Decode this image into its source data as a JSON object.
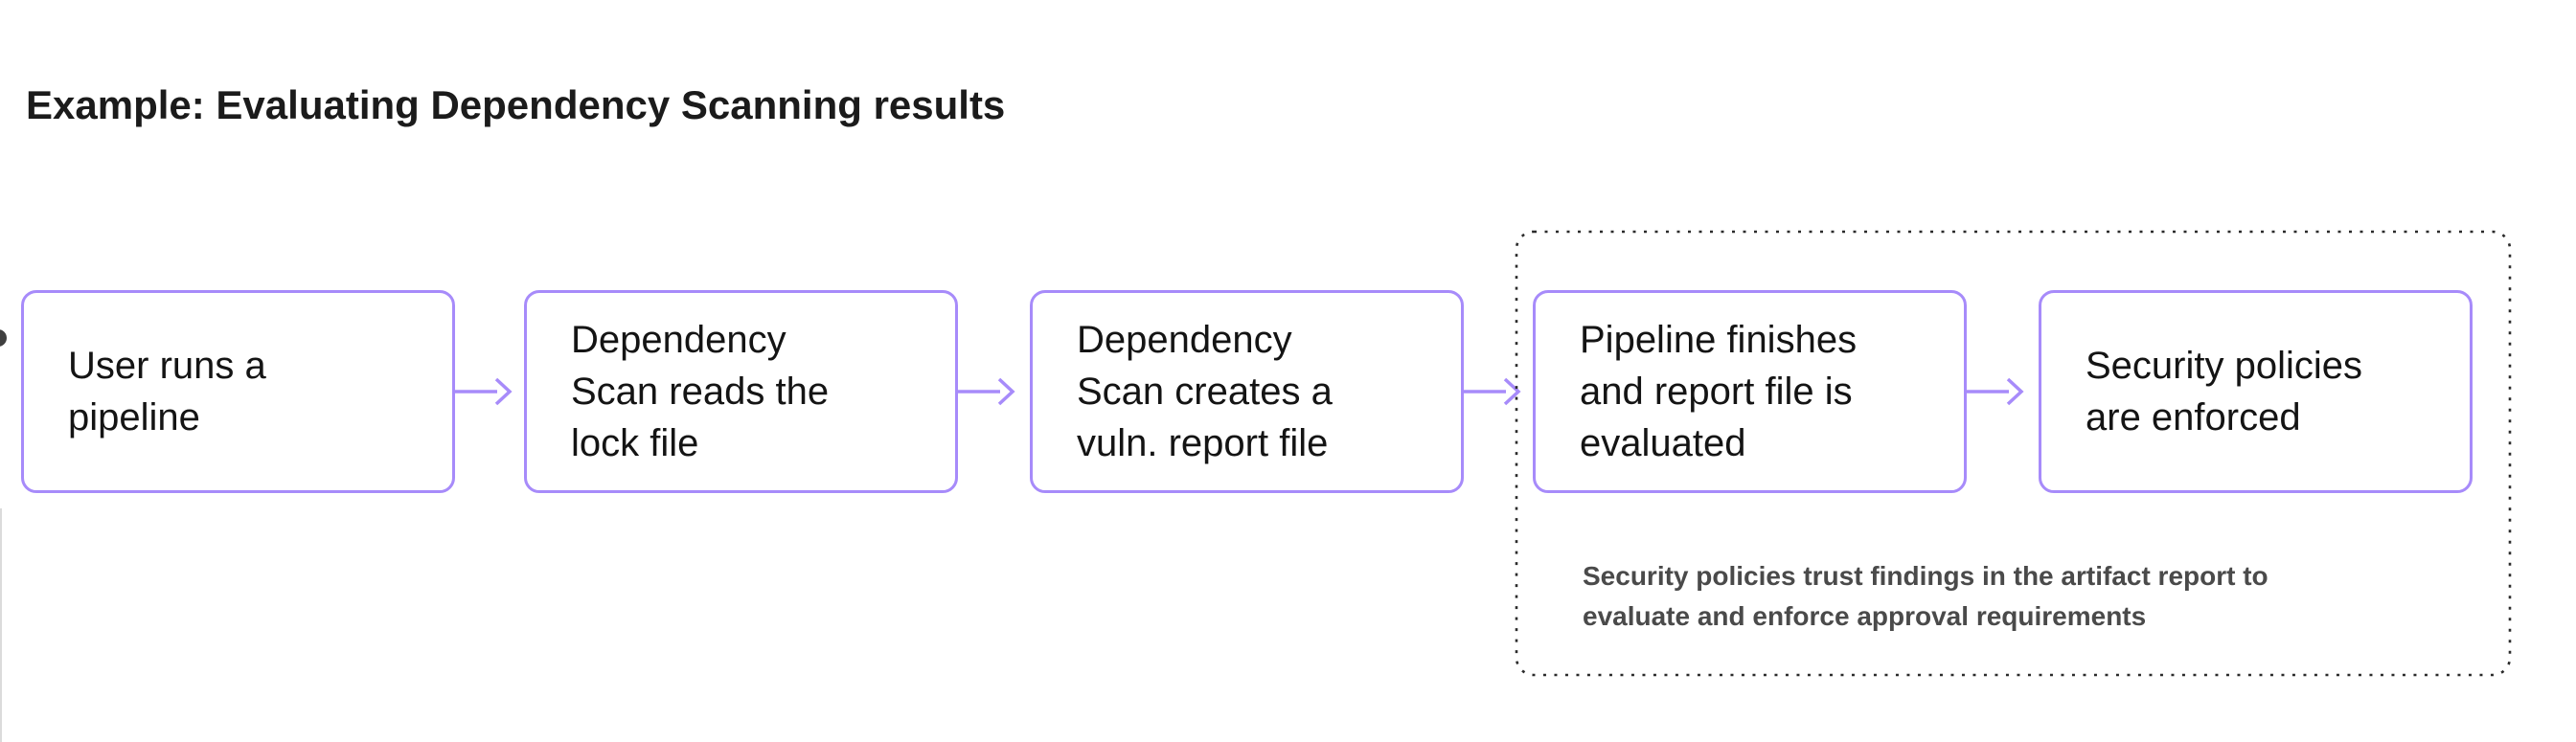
{
  "title": "Example: Evaluating Dependency Scanning results",
  "diagram": {
    "steps": [
      {
        "label": "User runs a\npipeline"
      },
      {
        "label": "Dependency\nScan reads the\nlock file"
      },
      {
        "label": "Dependency\nScan creates a\nvuln. report file"
      },
      {
        "label": "Pipeline finishes\nand report file is\nevaluated"
      },
      {
        "label": "Security policies\nare enforced"
      }
    ],
    "group_note": "Security policies trust findings in the artifact report to\nevaluate and enforce approval requirements"
  },
  "colors": {
    "background": "#ffffff",
    "box_border": "#a78bfa",
    "arrow": "#a78bfa",
    "box_text": "#141414",
    "title_text": "#1b1b1b",
    "note_text": "#4a4a4a",
    "group_dotted_border": "#2b2b2b"
  }
}
